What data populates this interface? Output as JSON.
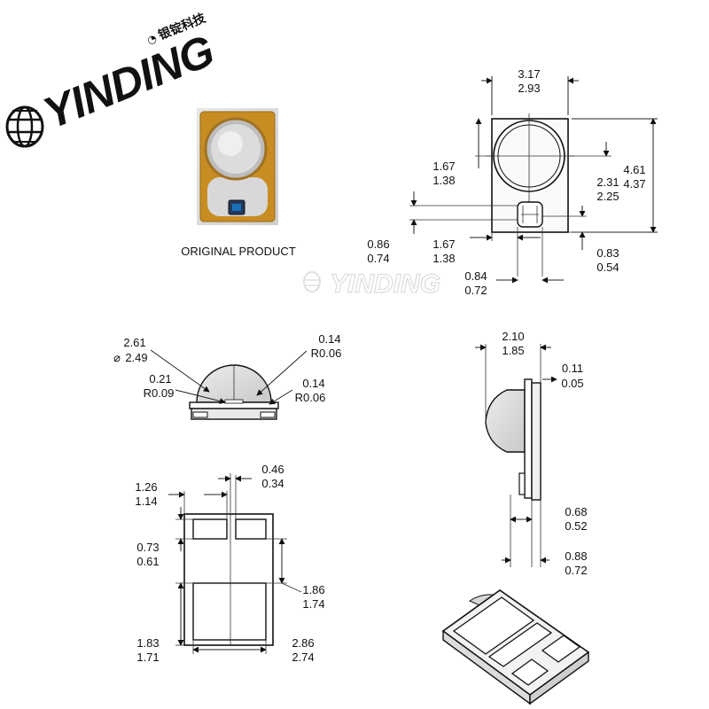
{
  "brand": {
    "name": "YINDING",
    "chinese": "银锭科技",
    "watermark": "YINDING"
  },
  "photo_caption": "ORIGINAL PRODUCT",
  "top_view": {
    "width": [
      "3.17",
      "2.93"
    ],
    "height": [
      "4.61",
      "4.37"
    ],
    "lens_offset": [
      "1.67",
      "1.38"
    ],
    "pad_height": [
      "2.31",
      "2.25"
    ],
    "pad_left_1": [
      "0.86",
      "0.74"
    ],
    "pad_left_2": [
      "1.67",
      "1.38"
    ],
    "pad_bottom": [
      "0.83",
      "0.54"
    ],
    "pad_width": [
      "0.84",
      "0.72"
    ]
  },
  "front_view": {
    "lens_dia": [
      "2.61",
      "2.49"
    ],
    "lens_dia_symbol": "⌀",
    "top_radius": [
      "0.14",
      "R0.06"
    ],
    "inner_radius": [
      "0.21",
      "R0.09"
    ],
    "side_radius": [
      "0.14",
      "R0.06"
    ]
  },
  "side_view": {
    "total_height": [
      "2.10",
      "1.85"
    ],
    "top_step": [
      "0.11",
      "0.05"
    ],
    "base_step": [
      "0.68",
      "0.52"
    ],
    "base_thickness": [
      "0.88",
      "0.72"
    ]
  },
  "bottom_view": {
    "pad_width": [
      "1.26",
      "1.14"
    ],
    "gap": [
      "0.46",
      "0.34"
    ],
    "pad_height": [
      "0.73",
      "0.61"
    ],
    "big_pad_height": [
      "1.86",
      "1.74"
    ],
    "bottom_width": [
      "1.83",
      "1.71"
    ],
    "overall_width": [
      "2.86",
      "2.74"
    ]
  }
}
